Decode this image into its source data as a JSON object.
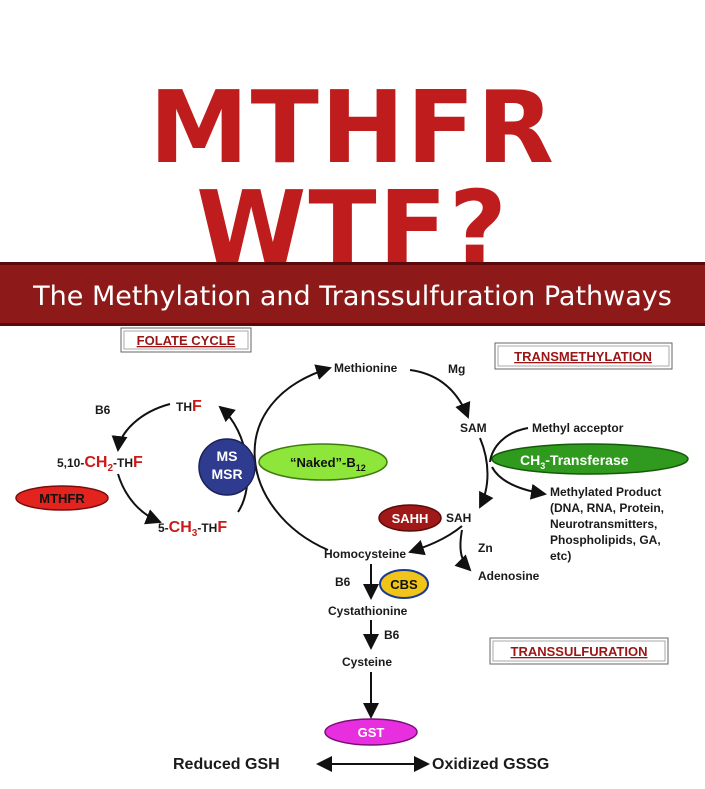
{
  "headline": "MTHFR WTF?",
  "figure": {
    "title": "The Methylation and Transsulfuration Pathways",
    "sections": {
      "folate_cycle": "FOLATE CYCLE",
      "transmethylation": "TRANSMETHYLATION",
      "transsulfuration": "TRANSSULFURATION"
    },
    "folate": {
      "b6": "B6",
      "thf_prefix": "TH",
      "thf_suffix": "F",
      "methylene_prefix": "5,10-",
      "methylene_ch2": "CH",
      "methylene_sub": "2",
      "methylene_thf": "-TH",
      "methylene_f": "F",
      "methyl_prefix": "5-",
      "methyl_ch3": "CH",
      "methyl_sub": "3",
      "methyl_thf": "-TH",
      "methyl_f": "F",
      "mthfr": "MTHFR"
    },
    "enzymes": {
      "ms": "MS",
      "msr": "MSR",
      "b12_label": "“Naked”-B",
      "b12_sub": "12",
      "transferase": "CH",
      "transferase_sub": "3",
      "transferase_tail": "-Transferase",
      "sahh": "SAHH",
      "cbs": "CBS",
      "gst": "GST"
    },
    "metabolites": {
      "methionine": "Methionine",
      "mg": "Mg",
      "sam": "SAM",
      "methyl_acceptor": "Methyl acceptor",
      "methylated_product_lines": [
        "Methylated Product",
        "(DNA, RNA, Protein,",
        "Neurotransmitters,",
        "Phospholipids, GA,",
        "etc)"
      ],
      "sah": "SAH",
      "zn": "Zn",
      "adenosine": "Adenosine",
      "homocysteine": "Homocysteine",
      "b6_cbs": "B6",
      "cystathionine": "Cystathionine",
      "b6_cys": "B6",
      "cysteine": "Cysteine",
      "reduced_gsh": "Reduced GSH",
      "oxidized_gssg": "Oxidized GSSG"
    },
    "colors": {
      "headline": "#bf1d1d",
      "banner": "#8d1919",
      "section_text": "#9a1515",
      "mthfr": "#e3241e",
      "ms_msr": "#2f3b8f",
      "b12": "#8ee63a",
      "transferase": "#2f9a1e",
      "sahh": "#a01818",
      "cbs": "#f0c418",
      "gst": "#e82fe0"
    }
  }
}
